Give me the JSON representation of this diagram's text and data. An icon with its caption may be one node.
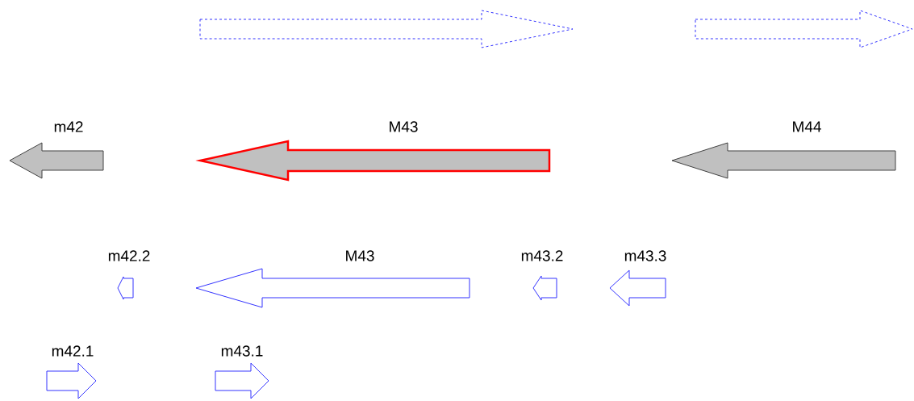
{
  "diagram": {
    "nodes": [
      {
        "text": [],
        "shape": "arrow"
      },
      {
        "text": [],
        "shape": "arrow"
      },
      {
        "text": [
          "m42"
        ]
      },
      {
        "text": [
          "M43"
        ]
      },
      {
        "text": [
          "M44"
        ]
      },
      {
        "text": [
          "m42.2"
        ]
      },
      {
        "text": [
          "M43"
        ]
      },
      {
        "text": [
          "m43.2"
        ]
      },
      {
        "text": [
          "m43.3"
        ]
      },
      {
        "text": [
          "m42.1"
        ]
      },
      {
        "text": [
          "m43.1"
        ]
      }
    ]
  }
}
